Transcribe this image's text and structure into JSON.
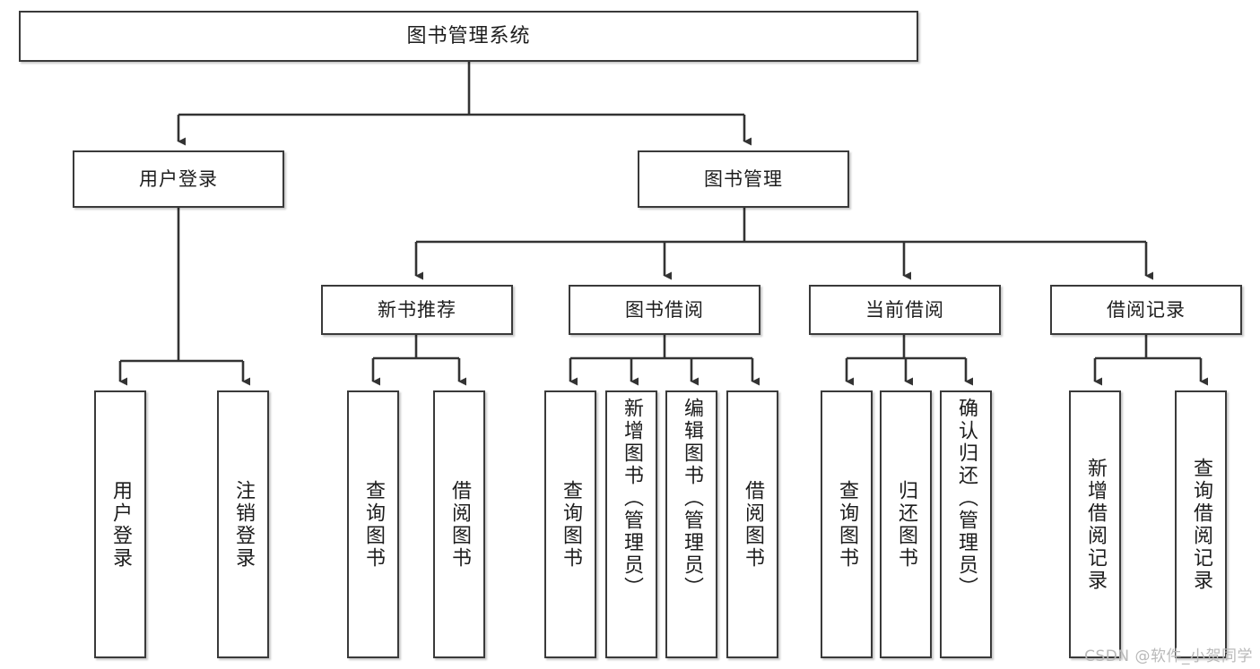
{
  "diagram": {
    "type": "tree",
    "title": "图书管理系统",
    "orientation": "top-down",
    "colors": {
      "box_border": "#3a3a3a",
      "box_fill": "#ffffff",
      "connector": "#333333",
      "text": "#1d1d1a",
      "watermark": "#b9b9b9",
      "background": "#ffffff"
    },
    "root": {
      "label": "图书管理系统"
    },
    "level2": [
      {
        "label": "用户登录"
      },
      {
        "label": "图书管理"
      }
    ],
    "level3": [
      {
        "label": "新书推荐"
      },
      {
        "label": "图书借阅"
      },
      {
        "label": "当前借阅"
      },
      {
        "label": "借阅记录"
      }
    ],
    "leaves": {
      "user_login": [
        {
          "label": "用户登录"
        },
        {
          "label": "注销登录"
        }
      ],
      "new_book_recommend": [
        {
          "label": "查询图书"
        },
        {
          "label": "借阅图书"
        }
      ],
      "book_borrow": [
        {
          "label": "查询图书"
        },
        {
          "label": "新增图书（管理员）"
        },
        {
          "label": "编辑图书（管理员）"
        },
        {
          "label": "借阅图书"
        }
      ],
      "current_borrow": [
        {
          "label": "查询图书"
        },
        {
          "label": "归还图书"
        },
        {
          "label": "确认归还（管理员）"
        }
      ],
      "borrow_record": [
        {
          "label": "新增借阅记录"
        },
        {
          "label": "查询借阅记录"
        }
      ]
    }
  },
  "watermark": {
    "text": "CSDN @软件_小贺同学"
  }
}
